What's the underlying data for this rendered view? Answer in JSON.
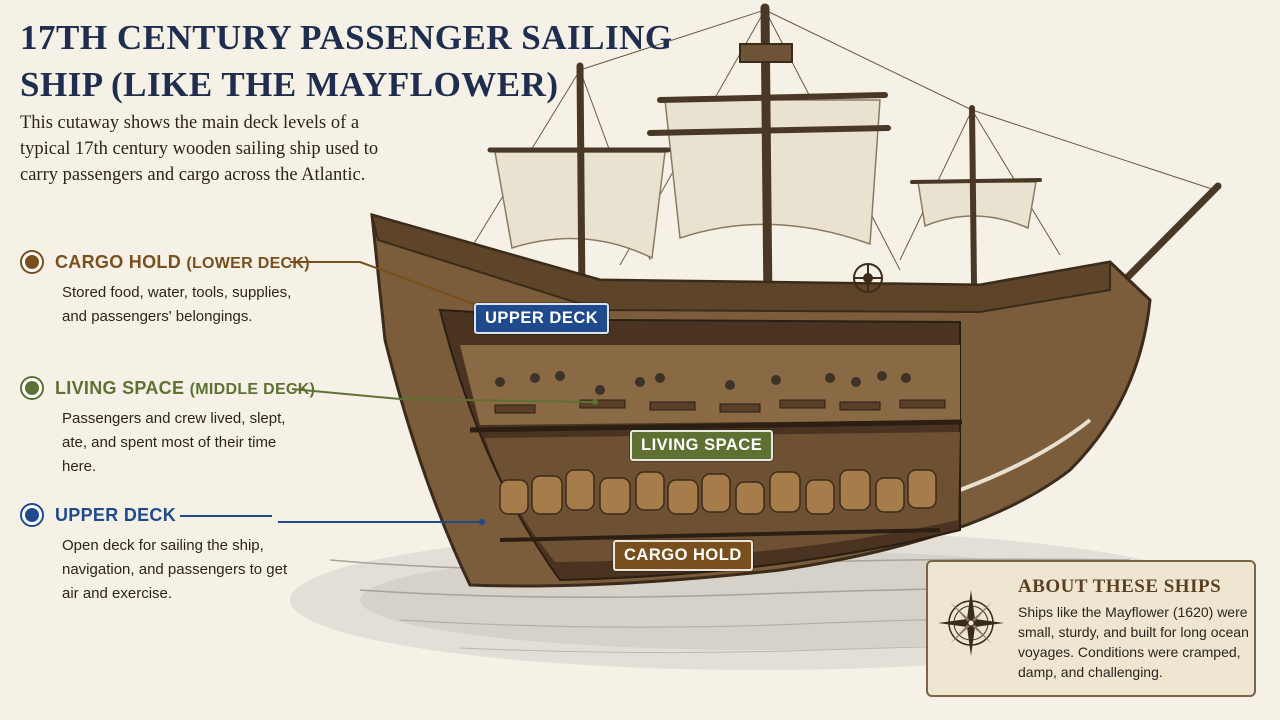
{
  "title": "17th Century Passenger Sailing Ship (Like the Mayflower)",
  "intro": "This cutaway shows the main deck levels of a typical 17th century wooden sailing ship used to carry passengers and cargo across the Atlantic.",
  "sections": [
    {
      "title_main": "CARGO HOLD",
      "title_sub": "(LOWER DECK)",
      "body": "Stored food, water, tools, supplies, and passengers' belongings.",
      "color": "#7a4f1e",
      "icon": "cargo-marker-circle"
    },
    {
      "title_main": "LIVING SPACE",
      "title_sub": "(MIDDLE DECK)",
      "body": "Passengers and crew lived, slept, ate, and spent most of their time here.",
      "color": "#5e7133",
      "icon": "living-marker-circle"
    },
    {
      "title_main": "UPPER DECK",
      "title_sub": "",
      "body": "Open deck for sailing the ship, navigation, and passengers to get air and exercise.",
      "color": "#1f4a8c",
      "icon": "upper-marker-circle"
    }
  ],
  "callouts": {
    "upper_deck": "UPPER DECK",
    "living_space": "LIVING SPACE",
    "cargo_hold": "CARGO HOLD"
  },
  "about": {
    "title": "About These Ships",
    "body": "Ships like the Mayflower (1620) were small, sturdy, and built for long ocean voyages. Conditions were cramped, damp, and challenging.",
    "icon": "compass-rose-icon"
  },
  "colors": {
    "title": "#1f2d4e",
    "cargo": "#7a4f1e",
    "living": "#5e7133",
    "upper": "#1f4a8c",
    "background": "#f6f1e6"
  }
}
